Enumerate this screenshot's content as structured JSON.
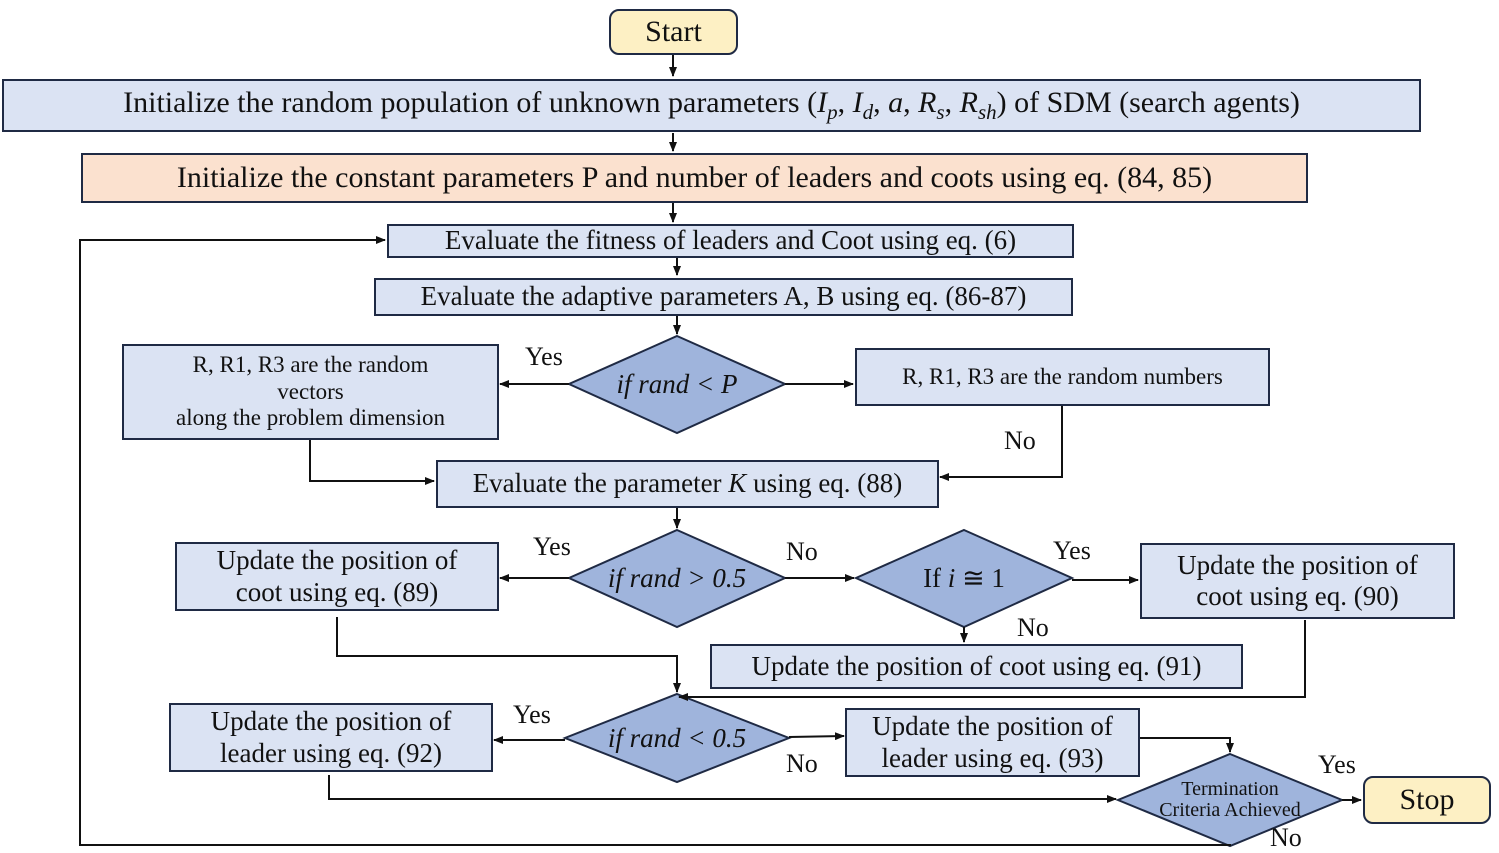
{
  "start": "Start",
  "stop": "Stop",
  "init_population": {
    "prefix": "Initialize  the random population  of unknown parameters (",
    "Ip_base": "I",
    "Ip_sub": "p",
    "Id_base": "I",
    "Id_sub": "d",
    "a": "a",
    "Rs_base": "R",
    "Rs_sub": "s",
    "Rsh_base": "R",
    "Rsh_sub": "sh",
    "sep": ", ",
    "suffix": ") of SDM (search agents)"
  },
  "init_constants": "Initialize  the constant parameters  P and number of leaders and coots using eq. (84, 85)",
  "evaluate_fitness": "Evaluate the fitness of leaders and Coot using eq. (6)",
  "evaluate_adaptive": "Evaluate the adaptive parameters A, B using eq. (86-87)",
  "decision_rand_P": "if rand < P",
  "random_vectors": {
    "line1": "R, R1, R3 are the random",
    "line2": "vectors",
    "line3": "along the problem  dimension"
  },
  "random_numbers": "R, R1, R3 are the random numbers",
  "evaluate_K": {
    "before": "Evaluate the parameter ",
    "K": "K",
    "after": " using eq. (88)"
  },
  "decision_rand_05_gt": "if rand > 0.5",
  "decision_i": {
    "prefix": "If ",
    "i": "i",
    "suffix": " ≅ 1"
  },
  "update_coot_89": {
    "line1": "Update the position of",
    "line2": "coot using eq. (89)"
  },
  "update_coot_90": {
    "line1": "Update the position of",
    "line2": "coot using eq. (90)"
  },
  "update_coot_91": "Update the position of coot using eq. (91)",
  "decision_rand_05_lt": "if rand < 0.5",
  "update_leader_92": {
    "line1": "Update the position of",
    "line2": "leader using eq. (92)"
  },
  "update_leader_93": {
    "line1": "Update the position of",
    "line2": "leader using eq. (93)"
  },
  "termination": {
    "line1": "Termination",
    "line2": "Criteria Achieved"
  },
  "labels": {
    "yes": "Yes",
    "no": "No"
  },
  "colors": {
    "process_fill": "#dbe3f3",
    "constants_fill": "#fbe1cf",
    "terminal_fill": "#fdf0c4",
    "decision_fill": "#9fb4dc",
    "border": "#1f2a44"
  }
}
